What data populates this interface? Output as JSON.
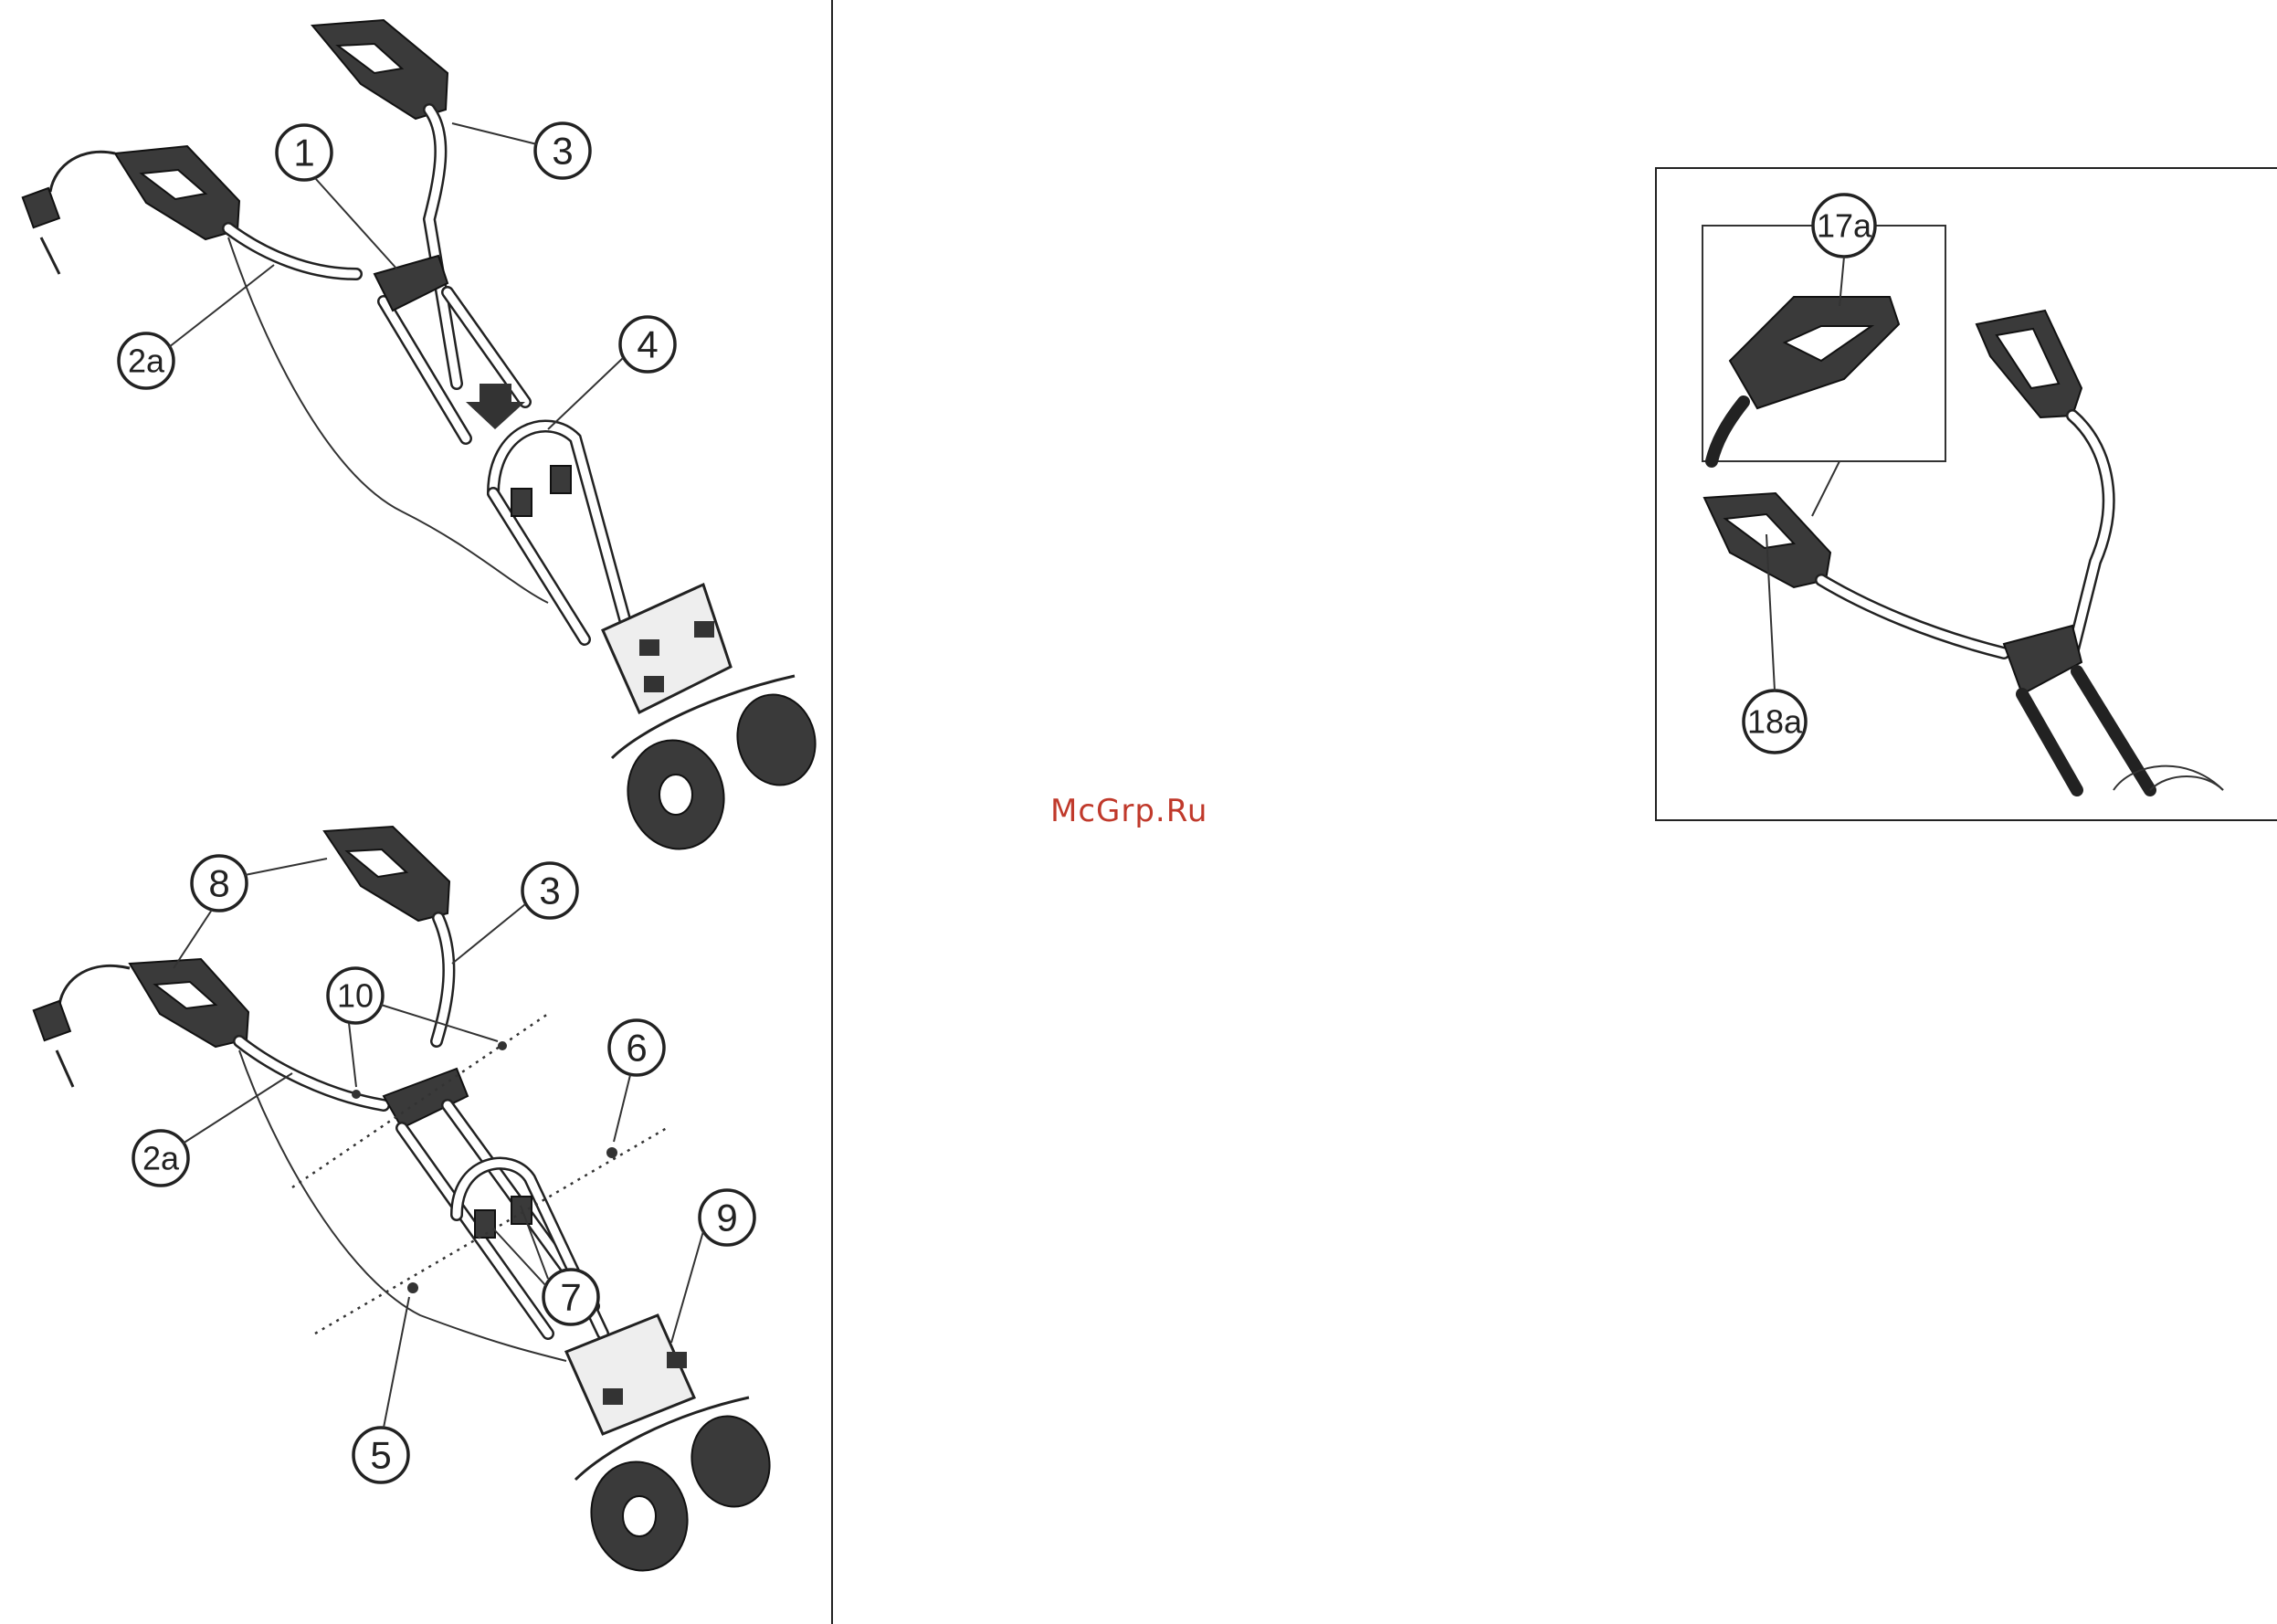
{
  "watermark": "McGrp.Ru",
  "top_diagram": {
    "labels": [
      "1",
      "3",
      "2a",
      "4"
    ]
  },
  "bottom_diagram": {
    "labels": [
      "8",
      "3",
      "10",
      "6",
      "2a",
      "9",
      "7",
      "5"
    ]
  },
  "detail_diagram": {
    "labels": [
      "17a",
      "18a"
    ]
  },
  "colors": {
    "ink": "#222222",
    "watermark": "#c0392b"
  }
}
